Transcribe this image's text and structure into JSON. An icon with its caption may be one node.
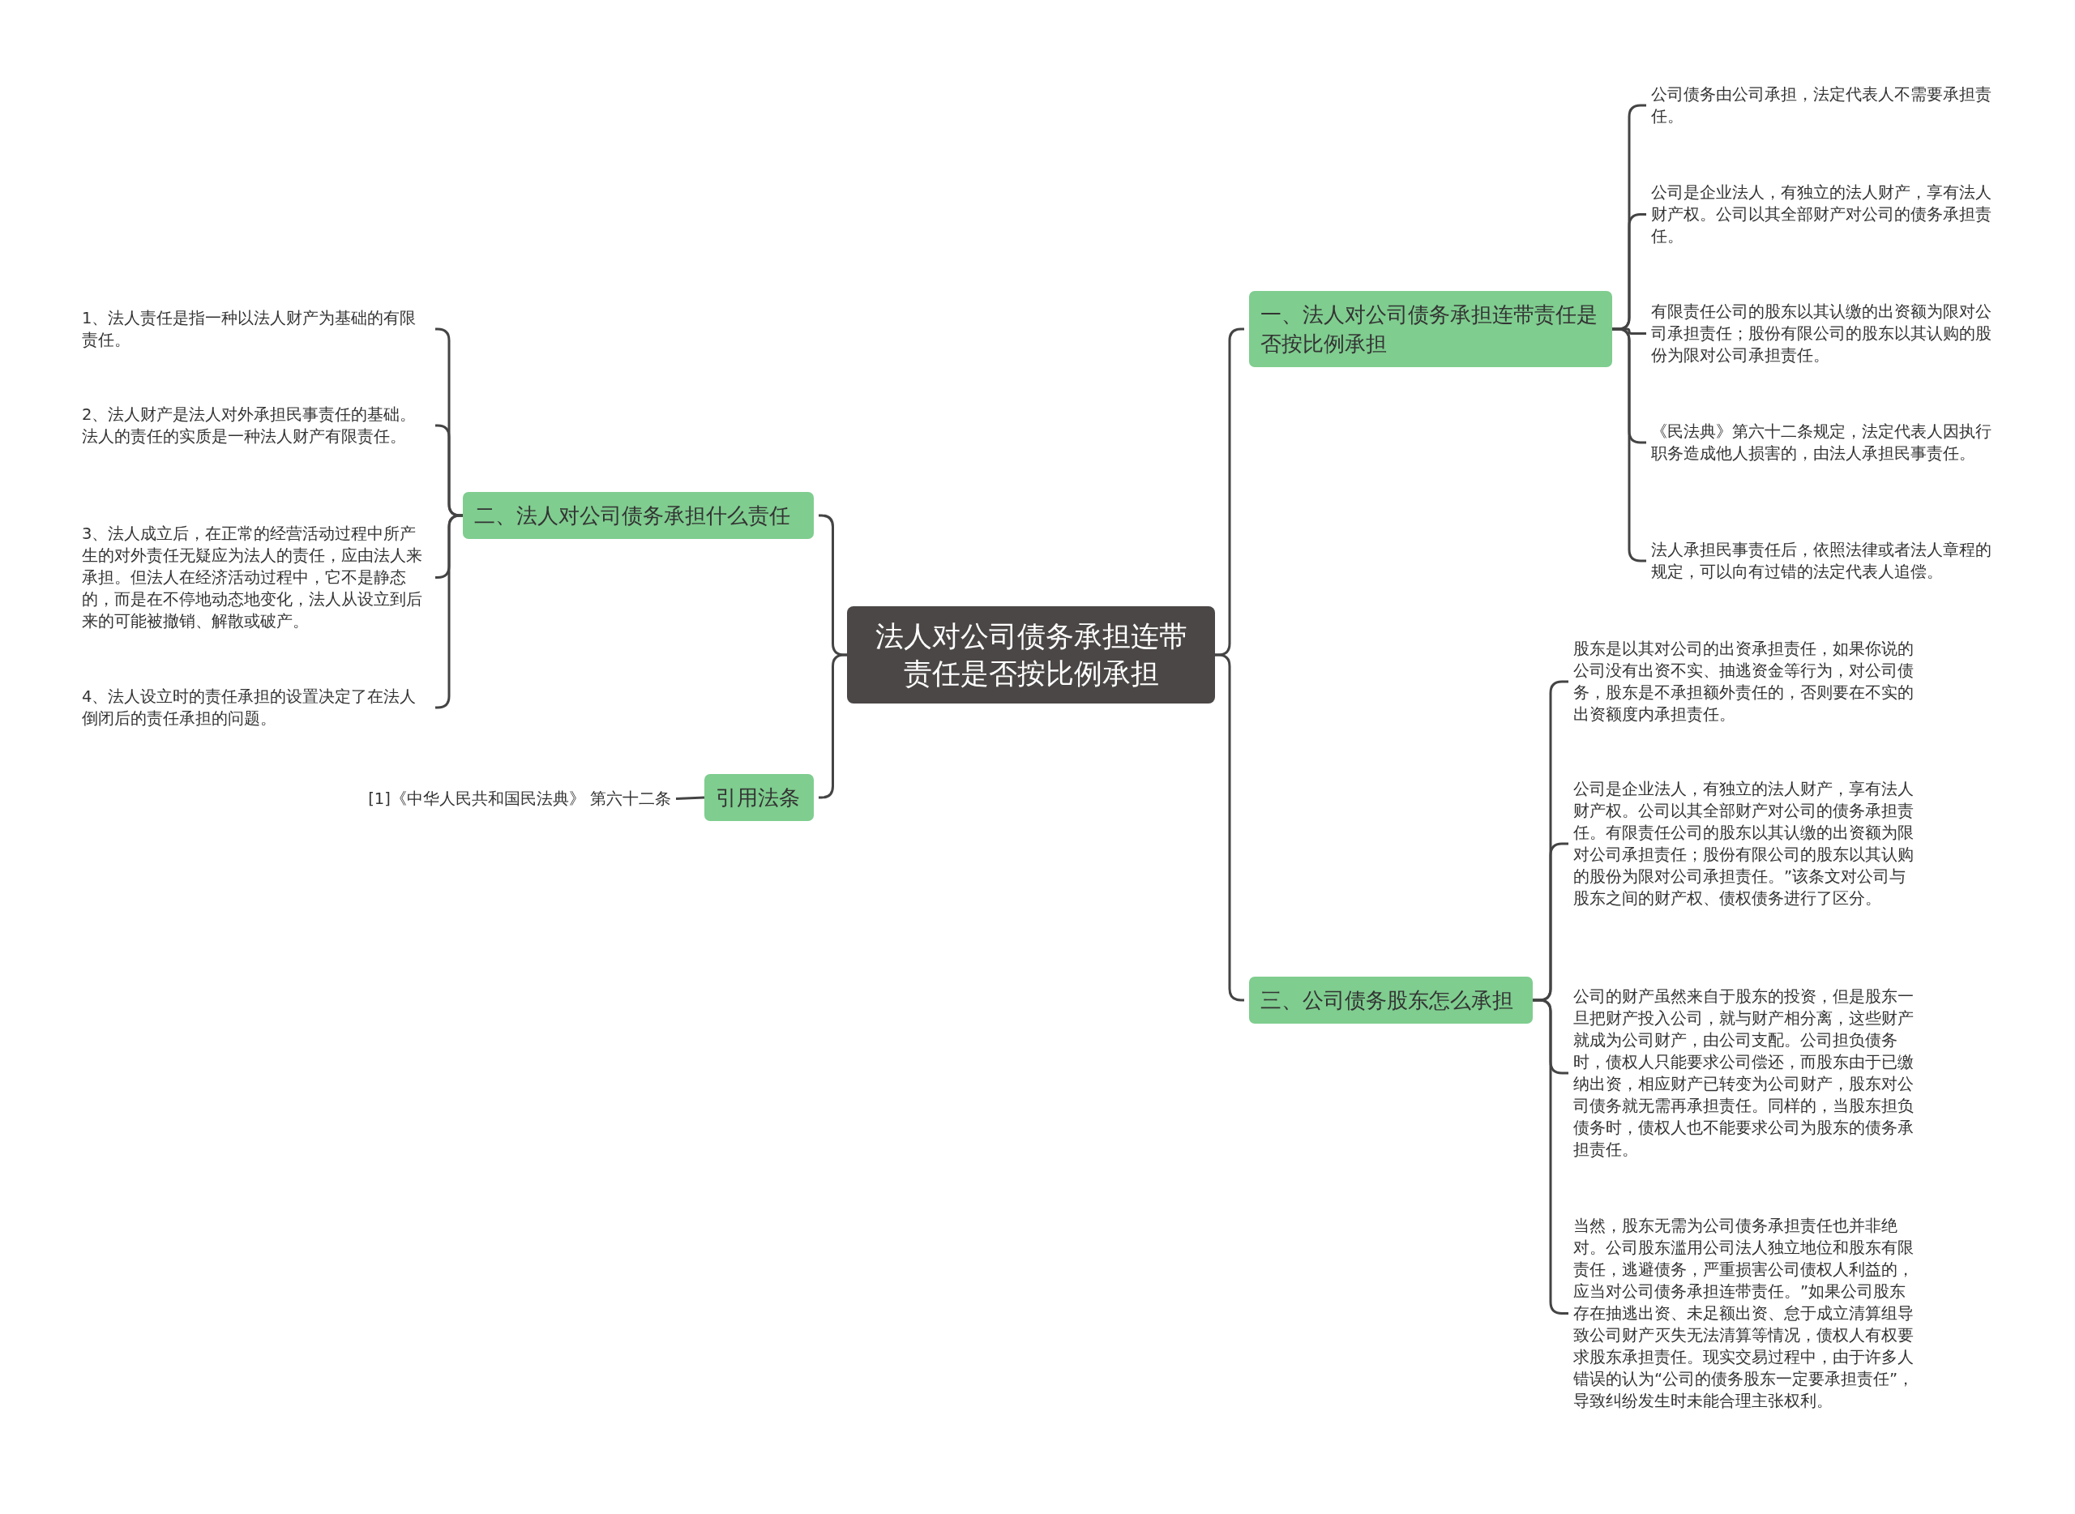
{
  "diagram": {
    "nodes": [
      {
        "text": [
          "法人对公司债务承担连带责任是否按比例承担"
        ]
      },
      {
        "text": [
          "二、法人对公司债务承担什么责任"
        ]
      },
      {
        "text": [
          "1、法人责任是指一种以法人财产为基础的有限责任。"
        ]
      },
      {
        "text": [
          "2、法人财产是法人对外承担民事责任的基础。法人的责任的实质是一种法人财产有限责任。"
        ]
      },
      {
        "text": [
          "3、法人成立后，在正常的经营活动过程中所产生的对外责任无疑应为法人的责任，应由法人来承担。但法人在经济活动过程中，它不是静态的，而是在不停地动态地变化，法人从设立到后来的可能被撤销、解散或破产。"
        ]
      },
      {
        "text": [
          "4、法人设立时的责任承担的设置决定了在法人倒闭后的责任承担的问题。"
        ]
      },
      {
        "text": [
          "引用法条"
        ]
      },
      {
        "text": [
          "[1]《中华人民共和国民法典》 第六十二条"
        ]
      },
      {
        "text": [
          "一、法人对公司债务承担连带责任是否按比例承担"
        ]
      },
      {
        "text": [
          "公司债务由公司承担，法定代表人不需要承担责任。"
        ]
      },
      {
        "text": [
          "公司是企业法人，有独立的法人财产，享有法人财产权。公司以其全部财产对公司的债务承担责任。"
        ]
      },
      {
        "text": [
          "有限责任公司的股东以其认缴的出资额为限对公司承担责任；股份有限公司的股东以其认购的股份为限对公司承担责任。"
        ]
      },
      {
        "text": [
          "《民法典》第六十二条规定，法定代表人因执行职务造成他人损害的，由法人承担民事责任。"
        ]
      },
      {
        "text": [
          "法人承担民事责任后，依照法律或者法人章程的规定，可以向有过错的法定代表人追偿。"
        ]
      },
      {
        "text": [
          "三、公司债务股东怎么承担"
        ]
      },
      {
        "text": [
          "股东是以其对公司的出资承担责任，如果你说的公司没有出资不实、抽逃资金等行为，对公司债务，股东是不承担额外责任的，否则要在不实的出资额度内承担责任。"
        ]
      },
      {
        "text": [
          "公司是企业法人，有独立的法人财产，享有法人财产权。公司以其全部财产对公司的债务承担责任。有限责任公司的股东以其认缴的出资额为限对公司承担责任；股份有限公司的股东以其认购的股份为限对公司承担责任。”该条文对公司与股东之间的财产权、债权债务进行了区分。"
        ]
      },
      {
        "text": [
          "公司的财产虽然来自于股东的投资，但是股东一旦把财产投入公司，就与财产相分离，这些财产就成为公司财产，由公司支配。公司担负债务时，债权人只能要求公司偿还，而股东由于已缴纳出资，相应财产已转变为公司财产，股东对公司债务就无需再承担责任。同样的，当股东担负债务时，债权人也不能要求公司为股东的债务承担责任。"
        ]
      },
      {
        "text": [
          "当然，股东无需为公司债务承担责任也并非绝对。公司股东滥用公司法人独立地位和股东有限责任，逃避债务，严重损害公司债权人利益的，应当对公司债务承担连带责任。”如果公司股东存在抽逃出资、未足额出资、怠于成立清算组导致公司财产灭失无法清算等情况，债权人有权要求股东承担责任。现实交易过程中，由于许多人错误的认为“公司的债务股东一定要承担责任”，导致纠纷发生时未能合理主张权利。"
        ]
      }
    ],
    "edges": [
      {
        "from": 0,
        "to": 8,
        "arrow": "none"
      },
      {
        "from": 0,
        "to": 1,
        "arrow": "none"
      },
      {
        "from": 0,
        "to": 6,
        "arrow": "none"
      },
      {
        "from": 0,
        "to": 14,
        "arrow": "none"
      },
      {
        "from": 1,
        "to": 2,
        "arrow": "none"
      },
      {
        "from": 1,
        "to": 3,
        "arrow": "none"
      },
      {
        "from": 1,
        "to": 4,
        "arrow": "none"
      },
      {
        "from": 1,
        "to": 5,
        "arrow": "none"
      },
      {
        "from": 6,
        "to": 7,
        "arrow": "none"
      },
      {
        "from": 8,
        "to": 9,
        "arrow": "none"
      },
      {
        "from": 8,
        "to": 10,
        "arrow": "none"
      },
      {
        "from": 8,
        "to": 11,
        "arrow": "none"
      },
      {
        "from": 8,
        "to": 12,
        "arrow": "none"
      },
      {
        "from": 8,
        "to": 13,
        "arrow": "none"
      },
      {
        "from": 14,
        "to": 15,
        "arrow": "none"
      },
      {
        "from": 14,
        "to": 16,
        "arrow": "none"
      },
      {
        "from": 14,
        "to": 17,
        "arrow": "none"
      },
      {
        "from": 14,
        "to": 18,
        "arrow": "none"
      }
    ]
  }
}
